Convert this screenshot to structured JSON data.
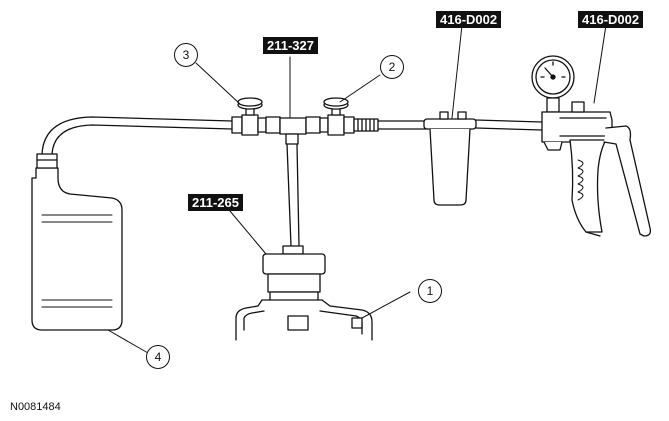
{
  "tool_labels": {
    "center_tee": "211-327",
    "cap_adapter": "211-265",
    "reservoir_cup": "416-D002",
    "vacuum_pump": "416-D002"
  },
  "callouts": {
    "reservoir_pipe": "1",
    "right_valve": "2",
    "left_valve": "3",
    "fluid_bottle": "4"
  },
  "figure_code": "N0081484"
}
